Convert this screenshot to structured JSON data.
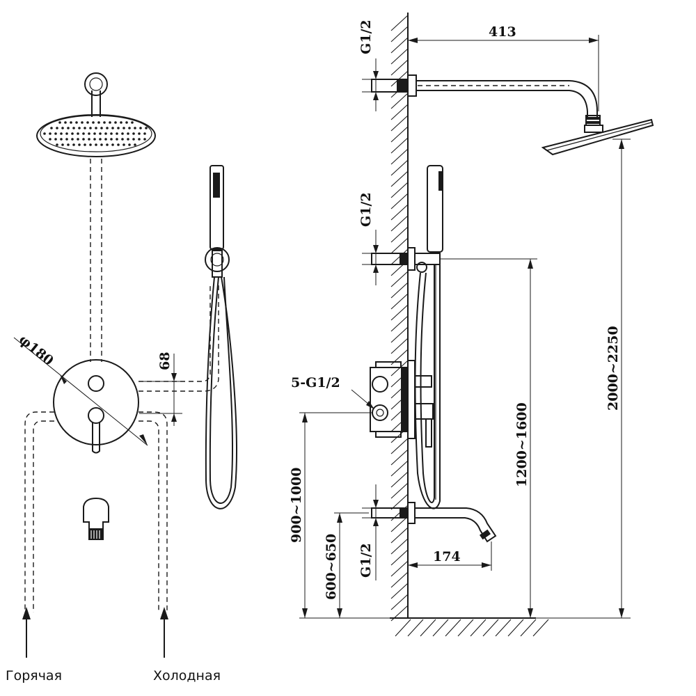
{
  "dimensions": {
    "arm_length": "413",
    "overhead_height": "2000~2250",
    "handshower_height": "1200~1600",
    "mixer_height": "900~1000",
    "spout_height": "600~650",
    "spout_length": "174",
    "plate_diameter": "φ180",
    "connection_offset": "68"
  },
  "threads": {
    "top": "G1/2",
    "middle": "G1/2",
    "bottom": "G1/2",
    "valve_ports": "5-G1/2"
  },
  "supply": {
    "hot": "Горячая",
    "cold": "Холодная"
  }
}
